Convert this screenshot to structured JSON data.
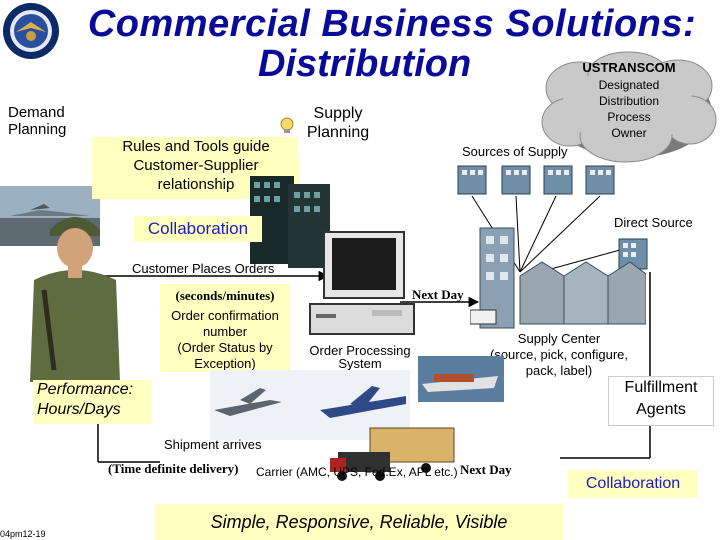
{
  "title_line1": "Commercial Business Solutions:",
  "title_line2": "Distribution",
  "ustranscom": {
    "heading": "USTRANSCOM",
    "lines": [
      "Designated",
      "Distribution",
      "Process",
      "Owner"
    ]
  },
  "demand_planning": [
    "Demand",
    "Planning"
  ],
  "supply_planning": [
    "Supply",
    "Planning"
  ],
  "rules_tools": [
    "Rules and Tools guide",
    "Customer-Supplier",
    "relationship"
  ],
  "sources_of_supply": "Sources of Supply",
  "direct_source": "Direct Source",
  "collaboration_top": "Collaboration",
  "customer_places_orders": "Customer Places Orders",
  "seconds_minutes": "(seconds/minutes)",
  "order_confirmation": [
    "Order confirmation",
    "number",
    "(Order Status by",
    "Exception)"
  ],
  "next_day_top": "Next Day",
  "order_processing": [
    "Order Processing",
    "System"
  ],
  "supply_center": [
    "Supply Center",
    "(source, pick, configure,",
    "pack, label)"
  ],
  "performance": [
    "Performance:",
    "Hours/Days"
  ],
  "fulfillment_agents": [
    "Fulfillment",
    "Agents"
  ],
  "shipment_arrives": "Shipment arrives",
  "time_definite": "(Time definite delivery)",
  "carrier": "Carrier (AMC, UPS, Fed.Ex, APL etc.)",
  "next_day_bottom": "Next Day",
  "collaboration_bottom": "Collaboration",
  "tagline": "Simple, Responsive, Reliable, Visible",
  "footer_code": "04pm12-19",
  "colors": {
    "title_blue": "#0a0a9a",
    "collaboration_blue": "#1c1cc8",
    "yellow_box": "#ffffc0",
    "cloud_gray": "#c9c9c9"
  }
}
